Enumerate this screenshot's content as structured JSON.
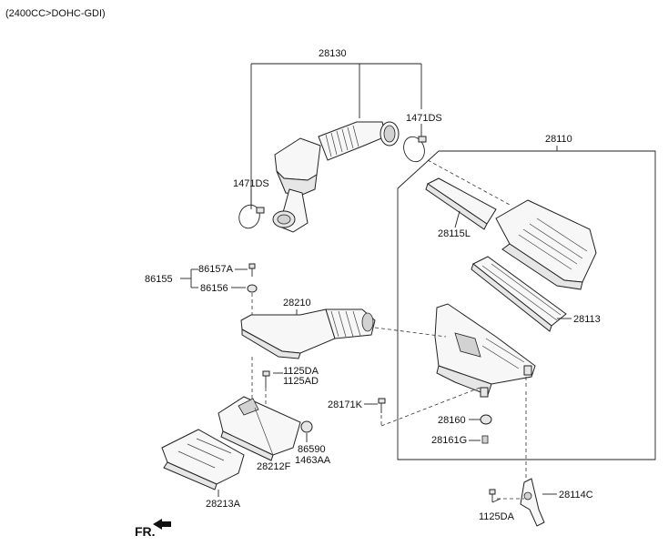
{
  "header": {
    "engine_spec": "(2400CC>DOHC-GDI)"
  },
  "labels": {
    "p28130": "28130",
    "p1471ds_top": "1471DS",
    "p1471ds_left": "1471DS",
    "p28110": "28110",
    "p28115l": "28115L",
    "p28113": "28113",
    "p86155": "86155",
    "p86157a": "86157A",
    "p86156": "86156",
    "p28210": "28210",
    "p1125da_a": "1125DA",
    "p1125ad": "1125AD",
    "p28171k": "28171K",
    "p28160": "28160",
    "p28161g": "28161G",
    "p86590": "86590",
    "p1463aa": "1463AA",
    "p28212f": "28212F",
    "p28213a": "28213A",
    "p28114c": "28114C",
    "p1125da_b": "1125DA",
    "fr": "FR."
  }
}
